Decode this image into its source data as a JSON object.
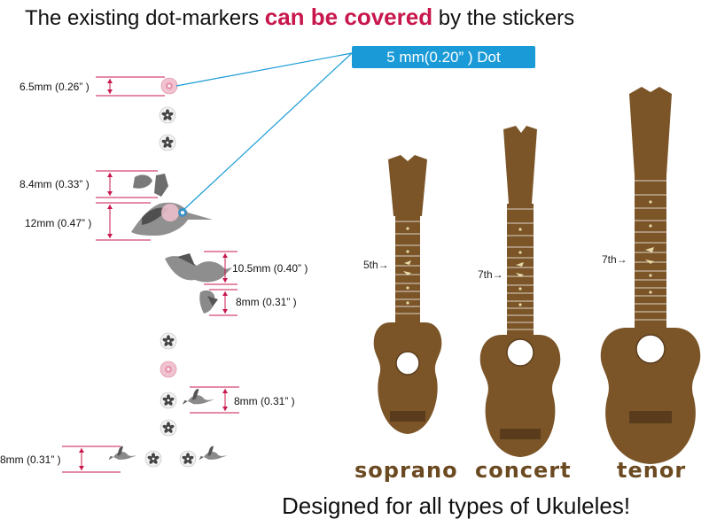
{
  "headline": {
    "part1": "The existing dot-markers ",
    "emphasis": "can be covered",
    "part2": " by the stickers"
  },
  "dot_badge": "5 mm(0.20” ) Dot",
  "measurements": {
    "m1": "6.5mm (0.26” )",
    "m2": "8.4mm (0.33” )",
    "m3": "12mm (0.47” )",
    "m4": "10.5mm (0.40” )",
    "m5": "8mm (0.31” )",
    "m6": "8mm (0.31” )",
    "m7": "8mm (0.31” )"
  },
  "ukuleles": {
    "soprano": {
      "name": "soprano",
      "fret_label": "5th→"
    },
    "concert": {
      "name": "concert",
      "fret_label": "7th→"
    },
    "tenor": {
      "name": "tenor",
      "fret_label": "7th→"
    }
  },
  "tagline": "Designed for all types of  Ukuleles!",
  "colors": {
    "accent_red": "#c8174d",
    "badge_blue": "#1a9bd7",
    "wood": "#7b5528",
    "dimension_pink": "#c8174d"
  }
}
